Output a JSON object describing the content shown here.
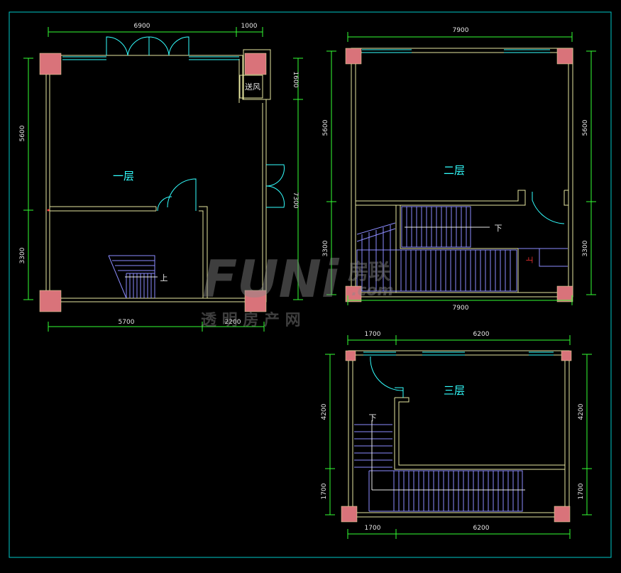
{
  "colors": {
    "background": "#000000",
    "frame": "#00c8c8",
    "wall": "#e6e6a0",
    "dimension": "#33ff33",
    "dim_text": "#e6e6e6",
    "column": "#d9737a",
    "window": "#33ffff",
    "stair": "#8c8cff",
    "label": "#33ffff",
    "red_mark": "#ff3333",
    "watermark": "#8a8a8a"
  },
  "floor1": {
    "label": "一层",
    "dims": {
      "top_a": "6900",
      "top_b": "1000",
      "left_a": "5600",
      "left_b": "3300",
      "right_a": "1600",
      "right_b": "7300",
      "bottom_a": "5700",
      "bottom_b": "2200"
    },
    "shaft_label": "送风",
    "stair_label": "上"
  },
  "floor2": {
    "label": "二层",
    "dims": {
      "top": "7900",
      "left_a": "5600",
      "left_b": "3300",
      "right_a": "5600",
      "right_b": "3300",
      "bottom": "7900"
    },
    "stair_label": "下",
    "mark_label": "上"
  },
  "floor3": {
    "label": "三层",
    "dims": {
      "top_a": "1700",
      "top_b": "6200",
      "left_a": "4200",
      "left_b": "1700",
      "right_a": "4200",
      "right_b": "1700",
      "bottom_a": "1700",
      "bottom_b": "6200"
    },
    "stair_label": "下"
  },
  "watermark": {
    "logo": "FUNi",
    "logo_cn": "房联",
    "logo_com": ".com",
    "tagline": "透 明 房 产 网"
  }
}
